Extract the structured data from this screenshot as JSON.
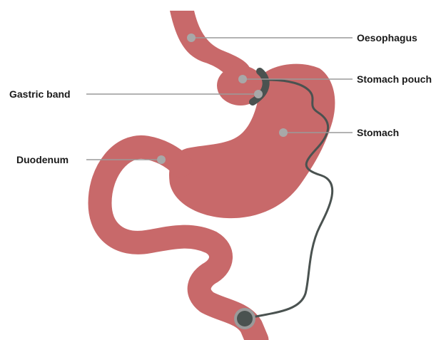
{
  "diagram": {
    "labels": {
      "oesophagus": "Oesophagus",
      "stomach_pouch": "Stomach pouch",
      "stomach": "Stomach",
      "gastric_band": "Gastric band",
      "duodenum": "Duodenum"
    },
    "colors": {
      "organ": "#c8696a",
      "band": "#4a5250",
      "tube": "#4a5250",
      "marker": "#a8a8a8",
      "leader": "#9a9a9a",
      "port_ring": "#9a9a9a"
    }
  }
}
